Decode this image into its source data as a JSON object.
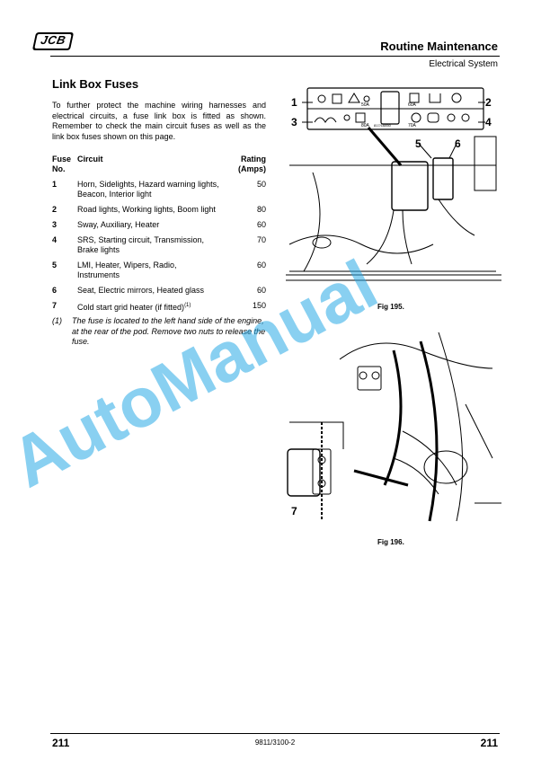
{
  "header": {
    "logo_text": "JCB",
    "title": "Routine Maintenance",
    "subtitle": "Electrical System"
  },
  "section": {
    "title": "Link Box Fuses",
    "intro": "To further protect the machine wiring harnesses and electrical circuits, a fuse link box is fitted as shown. Remember to check the main circuit fuses as well as the link box fuses shown on this page."
  },
  "fuse_table": {
    "headers": {
      "fuse": "Fuse No.",
      "circuit": "Circuit",
      "rating": "Rating (Amps)"
    },
    "rows": [
      {
        "no": "1",
        "circuit": "Horn, Sidelights, Hazard warning lights, Beacon, Interior light",
        "rating": "50",
        "note": ""
      },
      {
        "no": "2",
        "circuit": "Road lights, Working lights, Boom light",
        "rating": "80",
        "note": ""
      },
      {
        "no": "3",
        "circuit": "Sway, Auxiliary, Heater",
        "rating": "60",
        "note": ""
      },
      {
        "no": "4",
        "circuit": "SRS, Starting circuit, Transmission, Brake lights",
        "rating": "70",
        "note": ""
      },
      {
        "no": "5",
        "circuit": "LMI, Heater, Wipers, Radio, Instruments",
        "rating": "60",
        "note": ""
      },
      {
        "no": "6",
        "circuit": "Seat, Electric mirrors, Heated glass",
        "rating": "60",
        "note": ""
      },
      {
        "no": "7",
        "circuit": "Cold start grid heater (if fitted)",
        "rating": "150",
        "note": "(1)"
      }
    ]
  },
  "footnote": {
    "mark": "(1)",
    "text": "The fuse is located to the left hand side of the engine, at the rear of the pod. Remove two nuts to release the fuse."
  },
  "figures": {
    "fig195": {
      "caption": "Fig 195.",
      "callouts": [
        "1",
        "2",
        "3",
        "4",
        "5",
        "6"
      ],
      "label_texts": [
        "50A",
        "60A",
        "80A",
        "70A"
      ],
      "part_code": "817/16850"
    },
    "fig196": {
      "caption": "Fig 196.",
      "callouts": [
        "7"
      ]
    }
  },
  "footer": {
    "page_left": "211",
    "doc_code": "9811/3100-2",
    "page_right": "211"
  },
  "watermark": "AutoManual",
  "colors": {
    "watermark": "#28aae6",
    "text": "#000000"
  }
}
